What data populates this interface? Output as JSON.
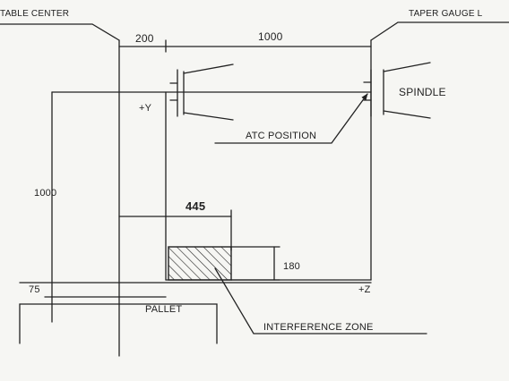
{
  "labels": {
    "table_center": "TABLE CENTER",
    "taper_gauge": "TAPER GAUGE L",
    "spindle": "SPINDLE",
    "atc_position": "ATC POSITION",
    "plus_y": "+Y",
    "plus_z": "+Z",
    "pallet": "PALLET",
    "interference_zone": "INTERFERENCE ZONE"
  },
  "dimensions": {
    "top_left": "200",
    "top_right": "1000",
    "vertical_left": "1000",
    "zone_width": "445",
    "zone_height": "180",
    "base_offset": "75"
  },
  "colors": {
    "ink": "#222222",
    "paper": "#f6f6f3"
  }
}
